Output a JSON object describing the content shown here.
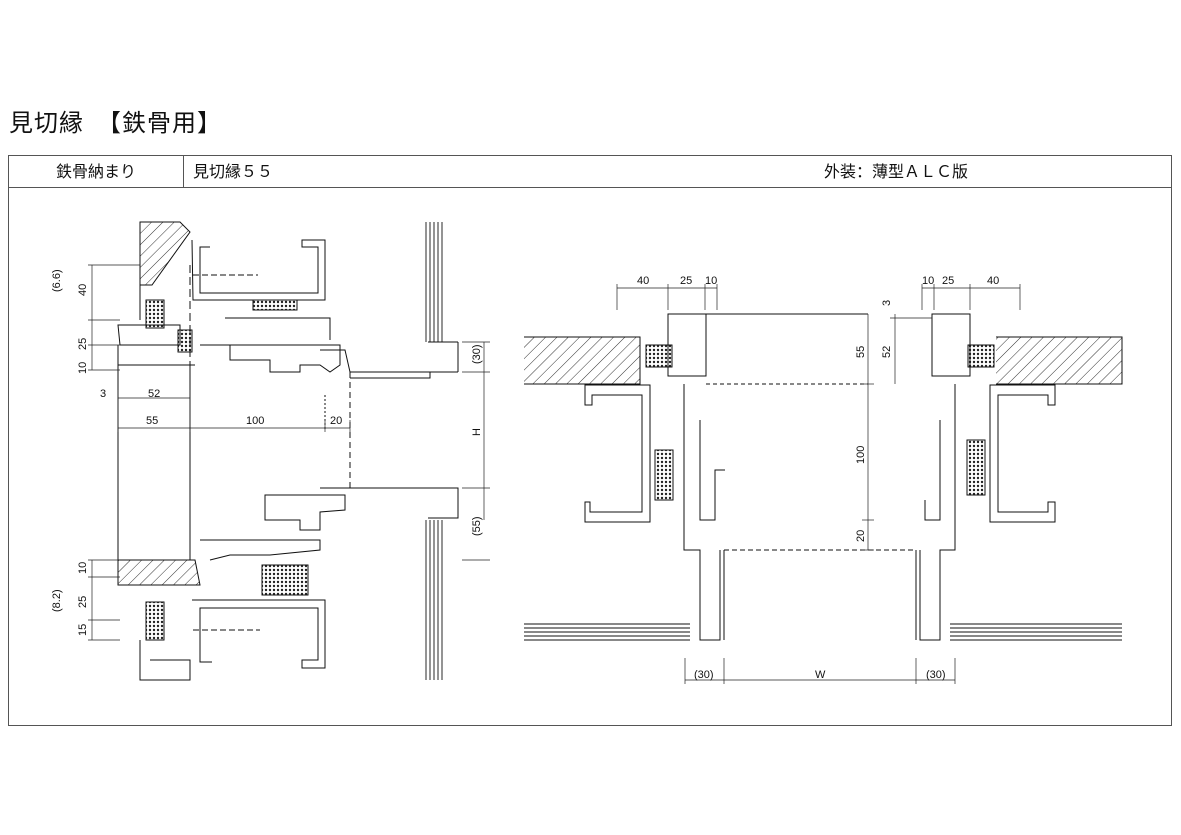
{
  "title": "見切縁　【鉄骨用】",
  "header": {
    "col1": "鉄骨納まり",
    "col2": "見切縁５５",
    "col3": "外装：薄型ＡＬＣ版"
  },
  "vertical_section": {
    "dims_left_top": [
      "(6.6)",
      "40",
      "25",
      "10"
    ],
    "dims_left_bottom": [
      "10",
      "(8.2)",
      "25",
      "15"
    ],
    "dims_horizontal_top": [
      "3",
      "52"
    ],
    "dims_horizontal_main": [
      "55",
      "100",
      "20"
    ],
    "dims_right": [
      "(30)",
      "H",
      "(55)"
    ]
  },
  "plan_section": {
    "dims_top_left": [
      "40",
      "25",
      "10"
    ],
    "dims_top_right": [
      "10",
      "25",
      "40"
    ],
    "dims_vertical_left": [
      "55",
      "100",
      "20"
    ],
    "dims_vertical_right": [
      "3",
      "52"
    ],
    "dims_bottom": [
      "(30)",
      "W",
      "(30)"
    ]
  }
}
